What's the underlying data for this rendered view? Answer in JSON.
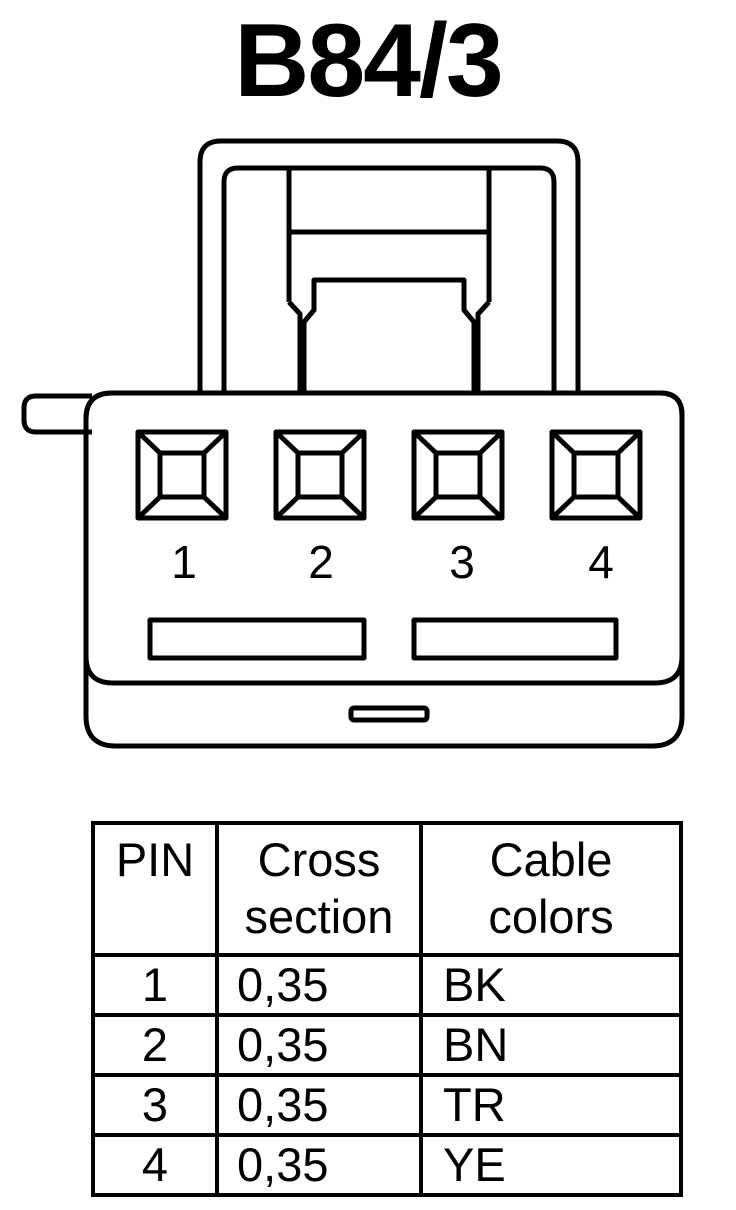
{
  "title": "B84/3",
  "connector": {
    "pins": [
      {
        "label": "1"
      },
      {
        "label": "2"
      },
      {
        "label": "3"
      },
      {
        "label": "4"
      }
    ]
  },
  "table": {
    "headers": {
      "pin": "PIN",
      "cross_section": [
        "Cross",
        "section"
      ],
      "cable_colors": [
        "Cable",
        "colors"
      ]
    },
    "rows": [
      {
        "pin": "1",
        "cross_section": "0,35",
        "color": "BK"
      },
      {
        "pin": "2",
        "cross_section": "0,35",
        "color": "BN"
      },
      {
        "pin": "3",
        "cross_section": "0,35",
        "color": "TR"
      },
      {
        "pin": "4",
        "cross_section": "0,35",
        "color": "YE"
      }
    ]
  }
}
